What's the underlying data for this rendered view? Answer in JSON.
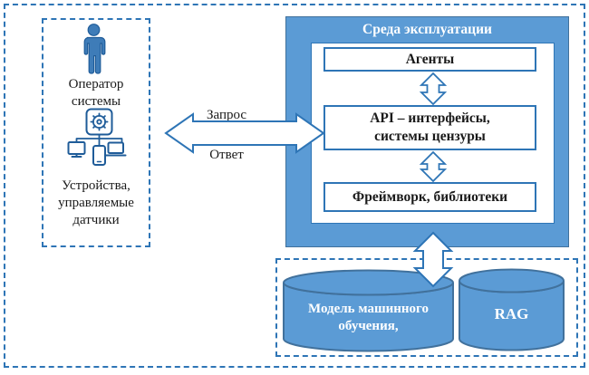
{
  "colors": {
    "accent_fill": "#5B9BD5",
    "line_blue": "#2E75B6",
    "cylinder_stroke": "#41719C",
    "icon_blue": "#1F5C99",
    "title_text": "#FFFFFF",
    "body_text": "#1A1A1A"
  },
  "operator_panel": {
    "operator_label": "Оператор системы",
    "devices_label": "Устройства, управляемые датчики",
    "icons": [
      "person-icon",
      "managed-devices-icon"
    ]
  },
  "channel": {
    "request_label": "Запрос",
    "response_label": "Ответ"
  },
  "environment": {
    "title": "Среда эксплуатации",
    "agents_label": "Агенты",
    "api_label_line1": "API – интерфейсы,",
    "api_label_line2": "системы цензуры",
    "framework_label": "Фреймворк, библиотеки"
  },
  "storage": {
    "ml_model_label": "Модель машинного обучения,",
    "rag_label": "RAG"
  }
}
